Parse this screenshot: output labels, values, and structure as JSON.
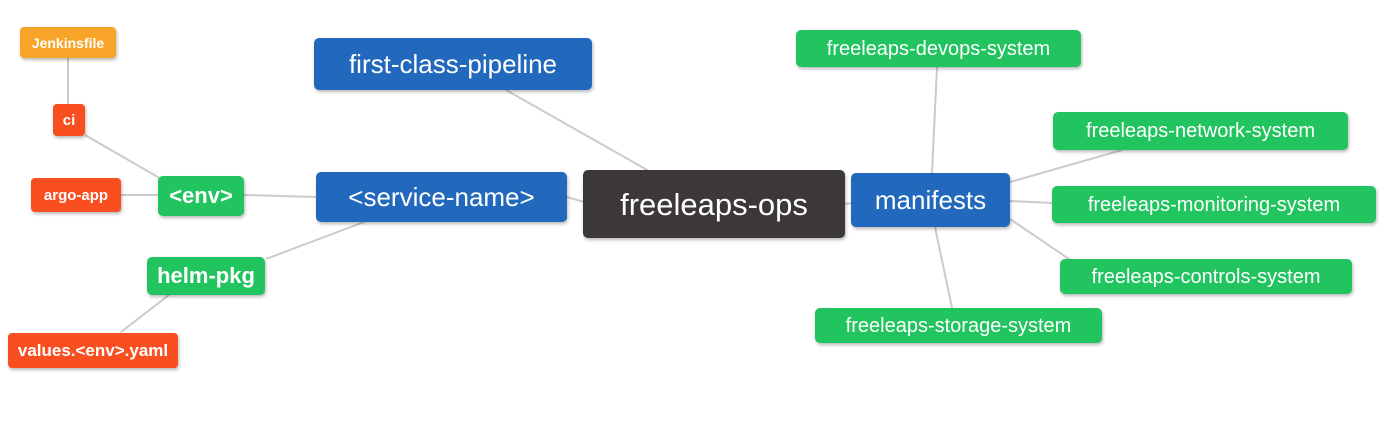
{
  "diagram": {
    "title": "freeleaps-ops repository mind map",
    "colors": {
      "blue": "#2268BC",
      "green": "#21C45F",
      "orange": "#F8A428",
      "red": "#F94E20",
      "dark": "#3D3838",
      "edge": "#CBCBCB",
      "text": "#FFFFFF",
      "background": "#FFFFFF"
    },
    "nodes": {
      "freeleaps_ops": {
        "label": "freeleaps-ops",
        "color": "#3D3838"
      },
      "first_class_pipeline": {
        "label": "first-class-pipeline",
        "color": "#2268BC"
      },
      "service_name": {
        "label": "<service-name>",
        "color": "#2268BC"
      },
      "manifests": {
        "label": "manifests",
        "color": "#2268BC"
      },
      "env": {
        "label": "<env>",
        "color": "#21C45F"
      },
      "helm_pkg": {
        "label": "helm-pkg",
        "color": "#21C45F"
      },
      "ci": {
        "label": "ci",
        "color": "#F94E20"
      },
      "argo_app": {
        "label": "argo-app",
        "color": "#F94E20"
      },
      "values_env_yaml": {
        "label": "values.<env>.yaml",
        "color": "#F94E20"
      },
      "jenkinsfile": {
        "label": "Jenkinsfile",
        "color": "#F8A428"
      },
      "devops_system": {
        "label": "freeleaps-devops-system",
        "color": "#21C45F"
      },
      "network_system": {
        "label": "freeleaps-network-system",
        "color": "#21C45F"
      },
      "monitoring_system": {
        "label": "freeleaps-monitoring-system",
        "color": "#21C45F"
      },
      "controls_system": {
        "label": "freeleaps-controls-system",
        "color": "#21C45F"
      },
      "storage_system": {
        "label": "freeleaps-storage-system",
        "color": "#21C45F"
      }
    },
    "edges": [
      {
        "from": "jenkinsfile",
        "to": "ci"
      },
      {
        "from": "ci",
        "to": "env"
      },
      {
        "from": "argo_app",
        "to": "env"
      },
      {
        "from": "env",
        "to": "service_name"
      },
      {
        "from": "helm_pkg",
        "to": "service_name"
      },
      {
        "from": "values_env_yaml",
        "to": "helm_pkg"
      },
      {
        "from": "first_class_pipeline",
        "to": "freeleaps_ops"
      },
      {
        "from": "service_name",
        "to": "freeleaps_ops"
      },
      {
        "from": "freeleaps_ops",
        "to": "manifests"
      },
      {
        "from": "manifests",
        "to": "devops_system"
      },
      {
        "from": "manifests",
        "to": "network_system"
      },
      {
        "from": "manifests",
        "to": "monitoring_system"
      },
      {
        "from": "manifests",
        "to": "controls_system"
      },
      {
        "from": "manifests",
        "to": "storage_system"
      }
    ]
  }
}
